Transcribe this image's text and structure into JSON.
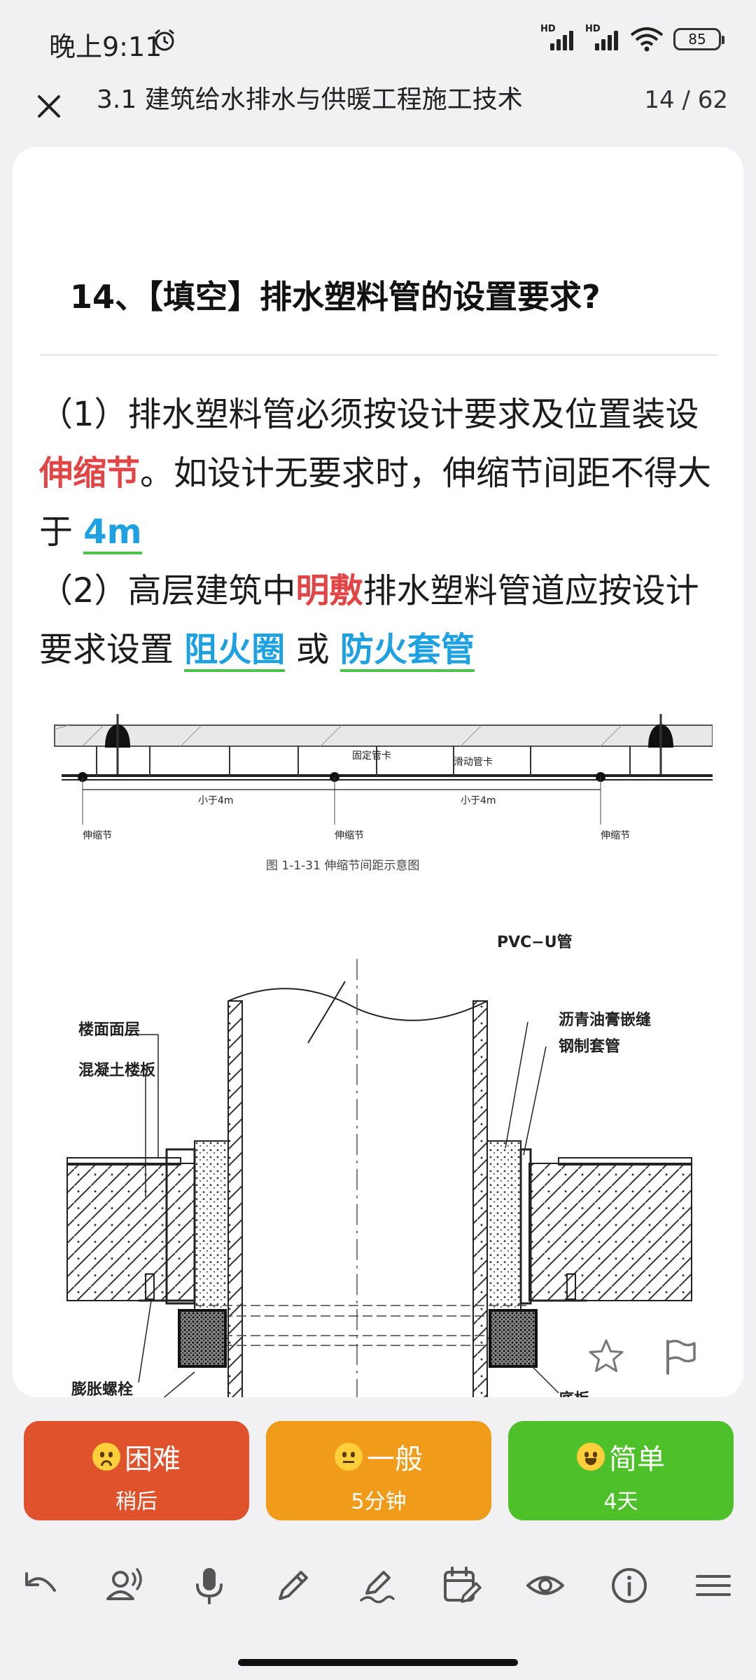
{
  "status_bar": {
    "time": "晚上9:11",
    "signal1": "HD",
    "signal2": "HD",
    "battery": "85"
  },
  "header": {
    "title": "3.1 建筑给水排水与供暖工程施工技术",
    "pager": "14 / 62"
  },
  "question": {
    "title": "14、【填空】排水塑料管的设置要求?",
    "p1_a": "（1）排水塑料管必须按设计要求及位置装设",
    "p1_red": "伸缩节",
    "p1_b": "。如设计无要求时，伸缩节间距不得大于",
    "p1_blank": "4m",
    "p2_a": "（2）高层建筑中",
    "p2_red": "明敷",
    "p2_b": "排水塑料管道应按设计要求设置",
    "p2_blank1": "阻火圈",
    "p2_or": "或",
    "p2_blank2": "防火套管"
  },
  "figure1": {
    "label_fixed": "固定管卡",
    "label_sliding": "滑动管卡",
    "label_less1": "小于4m",
    "label_less2": "小于4m",
    "label_joint1": "伸缩节",
    "label_joint2": "伸缩节",
    "label_joint3": "伸缩节",
    "caption": "图 1-1-31   伸缩节间距示意图"
  },
  "figure2": {
    "label_pvc": "PVC−U管",
    "label_floor_surface": "楼面面层",
    "label_slab": "混凝土楼板",
    "label_asphalt": "沥青油膏嵌缝",
    "label_sleeve": "钢制套管",
    "label_bolt": "膨胀螺栓",
    "label_base": "底板"
  },
  "ratings": [
    {
      "label": "困难",
      "sub": "稍后",
      "color": "#e0522b"
    },
    {
      "label": "一般",
      "sub": "5分钟",
      "color": "#f09b1a"
    },
    {
      "label": "简单",
      "sub": "4天",
      "color": "#4ec12a"
    }
  ],
  "toolbar_icons": [
    "undo-icon",
    "voice-user-icon",
    "microphone-icon",
    "pencil-icon",
    "edit-sign-icon",
    "calendar-edit-icon",
    "eye-icon",
    "info-icon",
    "menu-icon"
  ]
}
